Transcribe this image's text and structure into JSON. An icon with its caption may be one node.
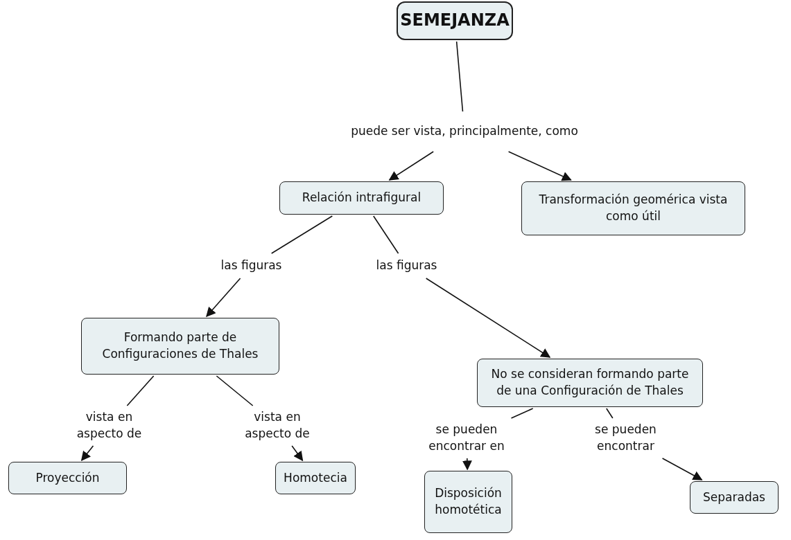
{
  "diagram": {
    "nodes": [
      {
        "text": [
          "SEMEJANZA"
        ]
      },
      {
        "text": [
          "Relación intrafigural"
        ]
      },
      {
        "text": [
          "Transformación geomérica vista como útil"
        ]
      },
      {
        "text": [
          "Formando parte de Configuraciones de Thales"
        ]
      },
      {
        "text": [
          "No se consideran formando parte de una Configuración de Thales"
        ]
      },
      {
        "text": [
          "Proyección"
        ]
      },
      {
        "text": [
          "Homotecia"
        ]
      },
      {
        "text": [
          "Disposición homotética"
        ]
      },
      {
        "text": [
          "Separadas"
        ]
      },
      {
        "text": [
          "puede ser vista, principalmente, como"
        ]
      },
      {
        "text": [
          "las figuras"
        ]
      },
      {
        "text": [
          "las figuras"
        ]
      },
      {
        "text": [
          "vista en aspecto de"
        ]
      },
      {
        "text": [
          "vista en aspecto de"
        ]
      },
      {
        "text": [
          "se pueden encontrar en"
        ]
      },
      {
        "text": [
          "se pueden encontrar"
        ]
      }
    ],
    "edges": [
      {
        "from": 0,
        "to": 9,
        "arrow": "none"
      },
      {
        "from": 9,
        "to": 1,
        "arrow": "to"
      },
      {
        "from": 9,
        "to": 2,
        "arrow": "to"
      },
      {
        "from": 1,
        "to": 10,
        "arrow": "none"
      },
      {
        "from": 10,
        "to": 3,
        "arrow": "to"
      },
      {
        "from": 1,
        "to": 11,
        "arrow": "none"
      },
      {
        "from": 11,
        "to": 4,
        "arrow": "to"
      },
      {
        "from": 3,
        "to": 12,
        "arrow": "none"
      },
      {
        "from": 12,
        "to": 5,
        "arrow": "to"
      },
      {
        "from": 3,
        "to": 13,
        "arrow": "none"
      },
      {
        "from": 13,
        "to": 6,
        "arrow": "to"
      },
      {
        "from": 4,
        "to": 14,
        "arrow": "none"
      },
      {
        "from": 14,
        "to": 7,
        "arrow": "to"
      },
      {
        "from": 4,
        "to": 15,
        "arrow": "none"
      },
      {
        "from": 15,
        "to": 8,
        "arrow": "to"
      }
    ]
  }
}
